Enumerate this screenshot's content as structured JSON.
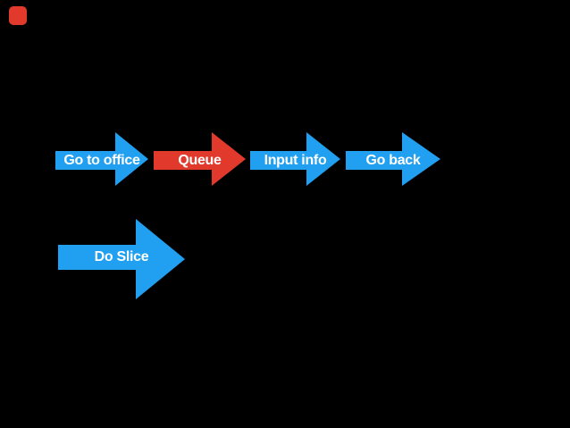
{
  "slide": {
    "background": "#000000",
    "text_color": "#FFFFFF",
    "indicator": {
      "color": "#E1392B"
    },
    "row1": [
      {
        "label": "Go to office",
        "color": "#219FF0"
      },
      {
        "label": "Queue",
        "color": "#E1392B"
      },
      {
        "label": "Input info",
        "color": "#219FF0"
      },
      {
        "label": "Go back",
        "color": "#219FF0"
      }
    ],
    "row2": [
      {
        "label": "Do Slice",
        "color": "#219FF0"
      }
    ]
  }
}
